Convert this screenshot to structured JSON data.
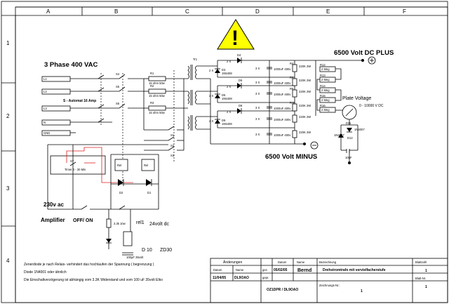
{
  "frame": {
    "columns": [
      "A",
      "B",
      "C",
      "D",
      "E",
      "F"
    ],
    "rows": [
      "1",
      "2",
      "3",
      "4"
    ]
  },
  "labels": {
    "phase_title": "3 Phase 400 VAC",
    "automat": "S - Automat 16 Amp",
    "plus_title": "6500 Volt DC PLUS",
    "minus_title": "6500 Volt  MINUS",
    "plate_voltage": "Plate Voltage",
    "plate_range": "0 - 10000 V DC",
    "ac230": "230v ac",
    "amplifier": "Amplifier",
    "off_on": "OFF/ ON",
    "rel1": "rel1",
    "v24": "24volt dc",
    "d10": "D 10",
    "zd30": "ZD30",
    "timer": "Timer 0 - 30 Min",
    "rel": "Rel",
    "s7": "S7",
    "gnd": "GND",
    "phases": [
      "L1",
      "L2",
      "L3",
      "N"
    ],
    "s4": "S4",
    "s5": "S5",
    "s6": "S6",
    "s1": "S1",
    "s2": "S2",
    "s3": "S3",
    "r1": "R1",
    "r2": "R2",
    "r3": "R3",
    "r_value": "15 ohm 50w",
    "tr1": "Tr1",
    "two_x": "2 X",
    "three_x": "3 X",
    "diode": "1N5408",
    "d_labels": [
      "D4",
      "D3",
      "D5",
      "D6",
      "D7",
      "D8",
      "D9"
    ],
    "cap": "1000uF 400v",
    "res_220k": "220K 2W",
    "r_labels": [
      "R4",
      "R5",
      "R6",
      "R7",
      "R8",
      "R9",
      "R10",
      "R11"
    ],
    "meg": "2 Meg",
    "r_meg_labels": [
      "R12",
      "R13",
      "R14",
      "R15",
      "R16"
    ],
    "d11": "D11",
    "d12": "D12",
    "d_1n4007": "1N4007",
    "c_10nf": "10nF",
    "d2": "D2",
    "d1": "D1",
    "r_33k": "3.3k 10w",
    "c_100": "100µF 35volt"
  },
  "notes": [
    "Zenerdiode je nach Relais- verhindert das hochlaufen  der Spannung  ( begrenzung )",
    "Diode 1N4001  oder ähnlich",
    "Die Einschaltverzögerung ist abhängig vom 3.3K Widerstand und vom 100 uF  35volt Elko"
  ],
  "titleblock": {
    "changes": "Änderungen",
    "datum": "Datum",
    "name": "Name",
    "gez": "gez.",
    "gepr": "gepr.",
    "gez_date": "05/02/05",
    "gez_name": "Bernd",
    "bezeichnung": "Bezeichnung",
    "description": "Drehstromtrafo mit vervielfacherstufe",
    "blattzahl": "Blattzahl",
    "blattzahl_val": "1",
    "blatt_nr": "Blatt-Nr.",
    "blatt_nr_val": "1",
    "change_date": "11/04/05",
    "change_name": "DL9OAO",
    "author": "OZ1DPR / DL9OAO",
    "zeichnungs_nr": "Zeichnungs-Nr.:",
    "zeichnungs_val": "1"
  },
  "colors": {
    "warning_yellow": "#ffff00",
    "relay_wire": "#e02020"
  },
  "icons": [
    "warning-triangle-icon",
    "plus-terminal-icon",
    "minus-terminal-icon"
  ]
}
